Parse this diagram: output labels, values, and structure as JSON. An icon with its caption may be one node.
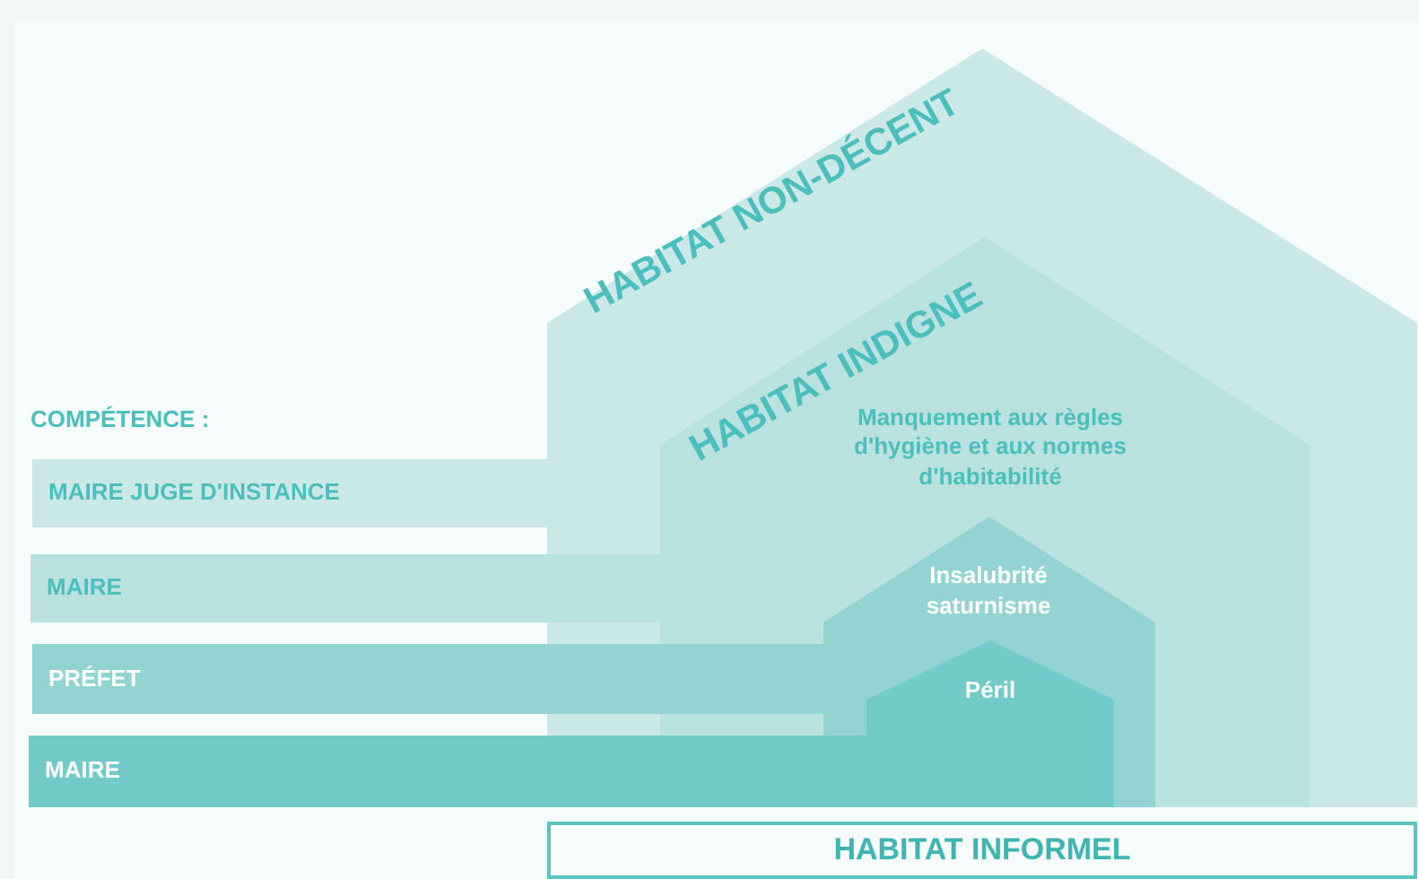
{
  "diagram": {
    "nodes": [
      {
        "text": [
          "HABITAT NON-DÉCENT"
        ]
      },
      {
        "text": [
          "HABITAT INDIGNE",
          "Manquement aux règles d'hygiène et aux normes d'habitabilité"
        ],
        "in": 0
      },
      {
        "text": [
          "Insalubrité saturnisme"
        ],
        "in": 1
      },
      {
        "text": [
          "Péril"
        ],
        "in": 2
      },
      {
        "text": [
          "MAIRE JUGE D'INSTANCE"
        ]
      },
      {
        "text": [
          "MAIRE"
        ]
      },
      {
        "text": [
          "PRÉFET"
        ]
      },
      {
        "text": [
          "MAIRE"
        ]
      },
      {
        "text": [
          "HABITAT INFORMEL"
        ]
      }
    ],
    "edges": [],
    "labels": [
      "COMPÉTENCE :"
    ]
  }
}
